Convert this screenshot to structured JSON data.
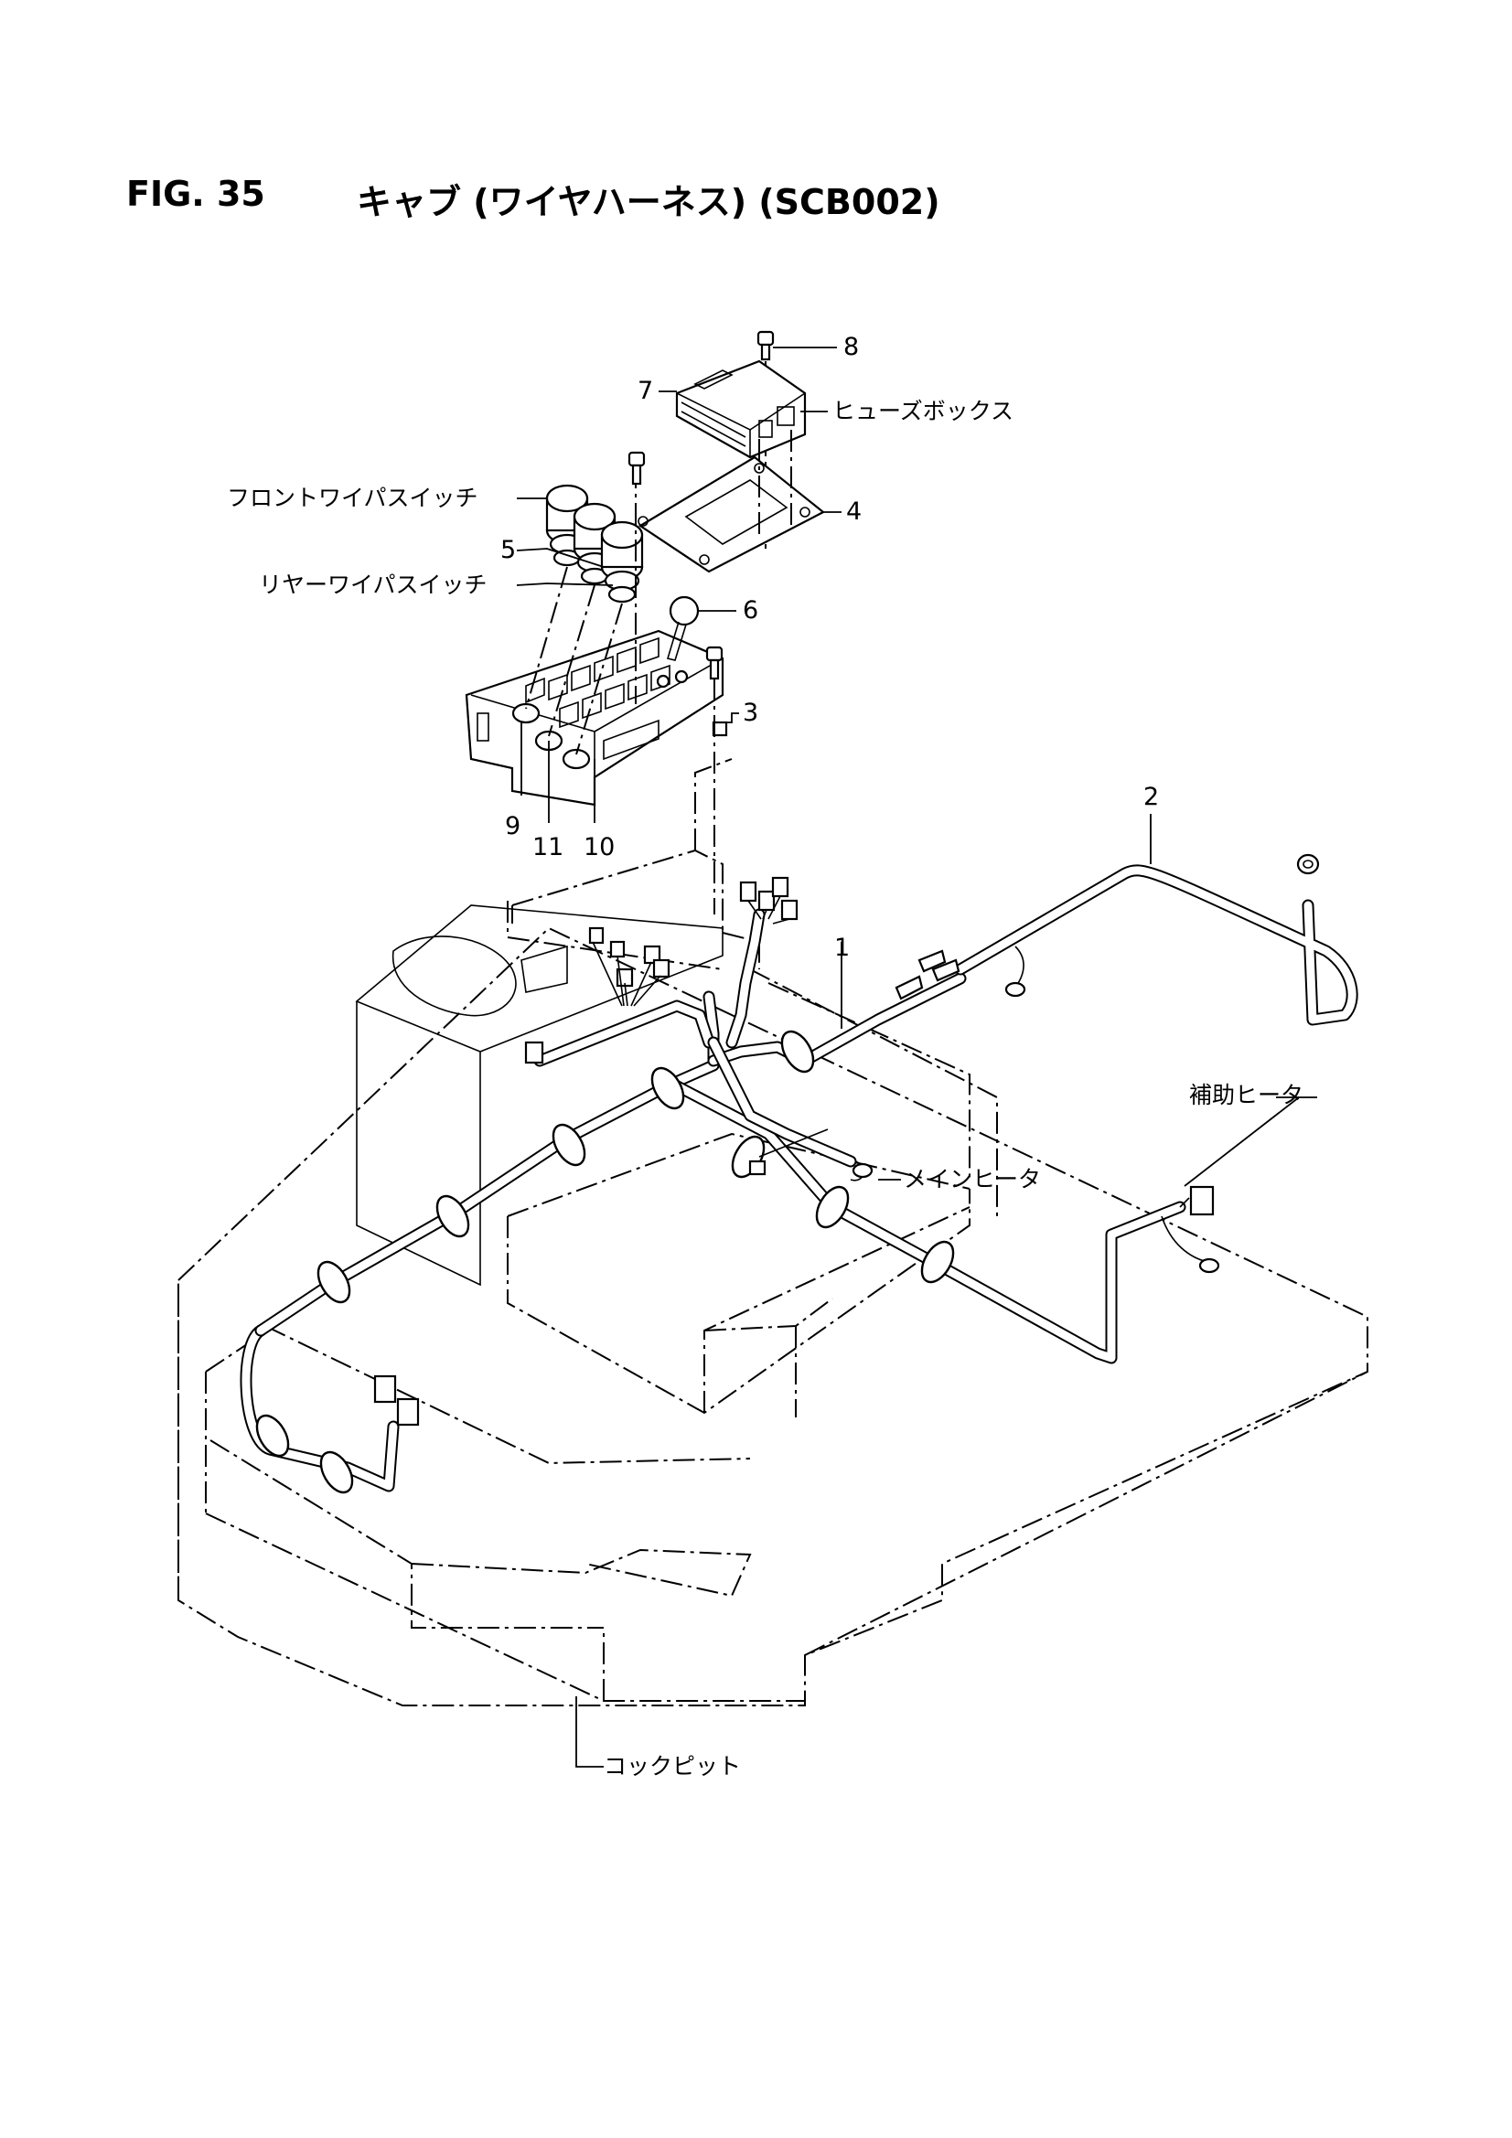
{
  "header": {
    "figure_number": "FIG. 35",
    "caption": "キャブ (ワイヤハーネス) (SCB002)"
  },
  "callouts": {
    "n1": "1",
    "n2": "2",
    "n3": "3",
    "n4": "4",
    "n5": "5",
    "n6": "6",
    "n7": "7",
    "n8": "8",
    "n9": "9",
    "n10": "10",
    "n11": "11"
  },
  "labels": {
    "fuse_box": "ヒューズボックス",
    "front_wiper_switch": "フロントワイパスイッチ",
    "rear_wiper_switch": "リヤーワイパスイッチ",
    "aux_heater": "補助ヒータ",
    "main_heater": "メインヒータ",
    "cockpit": "コックピット"
  }
}
